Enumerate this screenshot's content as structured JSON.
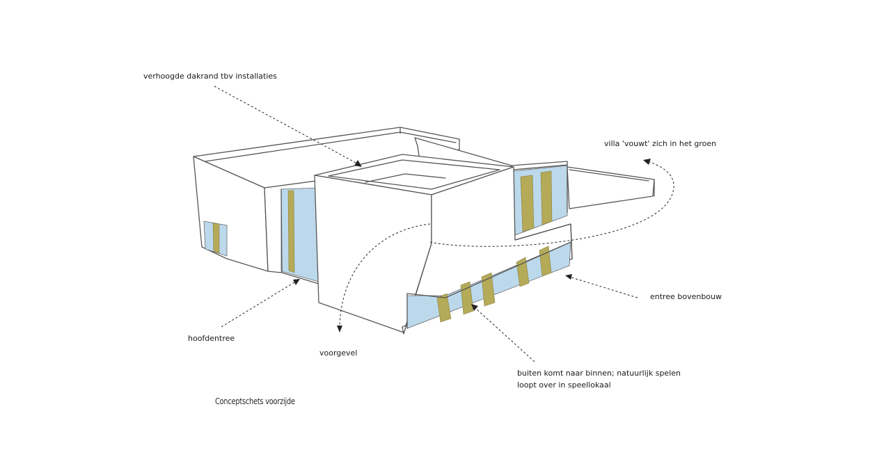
{
  "colors": {
    "glass": "#bcd9ec",
    "panel": "#b4aa58",
    "stroke": "#555555",
    "text": "#1a1a1a"
  },
  "annotations": {
    "roof_edge": "verhoogde dakrand tbv installaties",
    "villa_fold": "villa 'vouwt' zich in het groen",
    "main_entrance": "hoofdentree",
    "front_facade": "voorgevel",
    "upper_entrance": "entree bovenbouw",
    "inside_outside_line1": "buiten komt naar binnen; natuurlijk spelen",
    "inside_outside_line2": "loopt over in speellokaal"
  },
  "caption": "Conceptschets voorzijde"
}
